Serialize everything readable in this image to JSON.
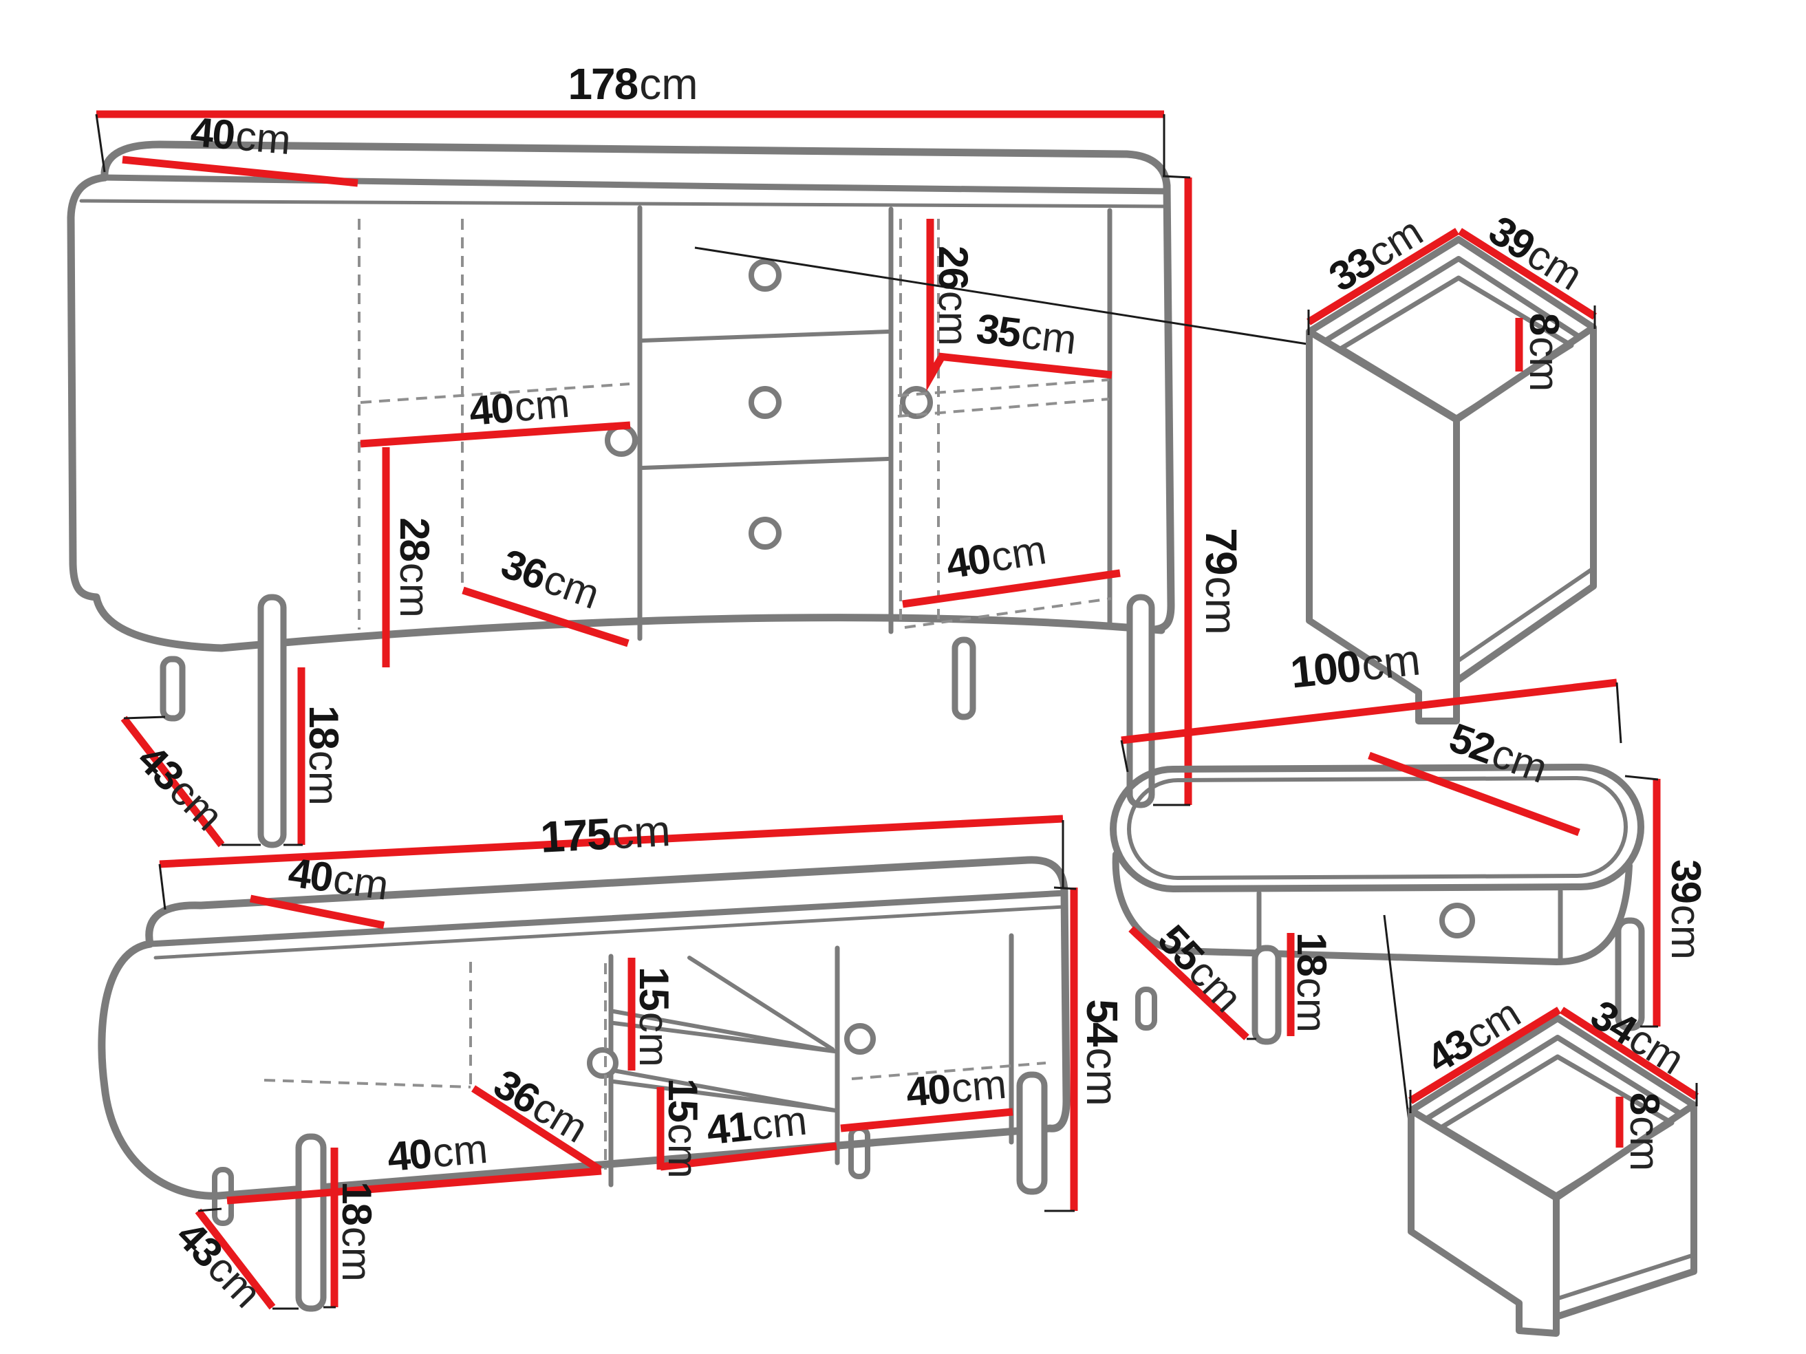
{
  "diagram": {
    "type": "furniture-dimension-diagram",
    "unit": "cm",
    "colors": {
      "dimension_line": "#e8191d",
      "outline": "#7b7b7b",
      "text": "#141414"
    },
    "pieces": {
      "sideboard": {
        "name": "sideboard",
        "dimensions": {
          "width": {
            "value": "178",
            "unit": "cm"
          },
          "depth": {
            "value": "40",
            "unit": "cm"
          },
          "height": {
            "value": "79",
            "unit": "cm"
          },
          "drawer_height": {
            "value": "26",
            "unit": "cm"
          },
          "drawer_width": {
            "value": "35",
            "unit": "cm"
          },
          "shelf_width": {
            "value": "40",
            "unit": "cm"
          },
          "inner_height": {
            "value": "28",
            "unit": "cm"
          },
          "inner_depth": {
            "value": "36",
            "unit": "cm"
          },
          "right_width": {
            "value": "40",
            "unit": "cm"
          },
          "leg_diagonal": {
            "value": "43",
            "unit": "cm"
          },
          "leg_height": {
            "value": "18",
            "unit": "cm"
          }
        }
      },
      "drawer_top": {
        "name": "drawer-insert-top",
        "dimensions": {
          "depth": {
            "value": "33",
            "unit": "cm"
          },
          "width": {
            "value": "39",
            "unit": "cm"
          },
          "inner_height": {
            "value": "8",
            "unit": "cm"
          }
        }
      },
      "coffee_table": {
        "name": "coffee-table",
        "dimensions": {
          "width": {
            "value": "100",
            "unit": "cm"
          },
          "depth": {
            "value": "52",
            "unit": "cm"
          },
          "height": {
            "value": "39",
            "unit": "cm"
          },
          "leg_diagonal": {
            "value": "55",
            "unit": "cm"
          },
          "leg_height": {
            "value": "18",
            "unit": "cm"
          }
        }
      },
      "drawer_bottom": {
        "name": "drawer-insert-bottom",
        "dimensions": {
          "depth": {
            "value": "43",
            "unit": "cm"
          },
          "width": {
            "value": "34",
            "unit": "cm"
          },
          "inner_height": {
            "value": "8",
            "unit": "cm"
          }
        }
      },
      "tv_stand": {
        "name": "tv-stand",
        "dimensions": {
          "width": {
            "value": "175",
            "unit": "cm"
          },
          "depth": {
            "value": "40",
            "unit": "cm"
          },
          "height": {
            "value": "54",
            "unit": "cm"
          },
          "upper_shelf_gap": {
            "value": "15",
            "unit": "cm"
          },
          "lower_shelf_gap": {
            "value": "15",
            "unit": "cm"
          },
          "middle_width": {
            "value": "41",
            "unit": "cm"
          },
          "inner_depth": {
            "value": "36",
            "unit": "cm"
          },
          "left_width": {
            "value": "40",
            "unit": "cm"
          },
          "right_width": {
            "value": "40",
            "unit": "cm"
          },
          "leg_diagonal": {
            "value": "43",
            "unit": "cm"
          },
          "leg_height": {
            "value": "18",
            "unit": "cm"
          }
        }
      }
    }
  }
}
